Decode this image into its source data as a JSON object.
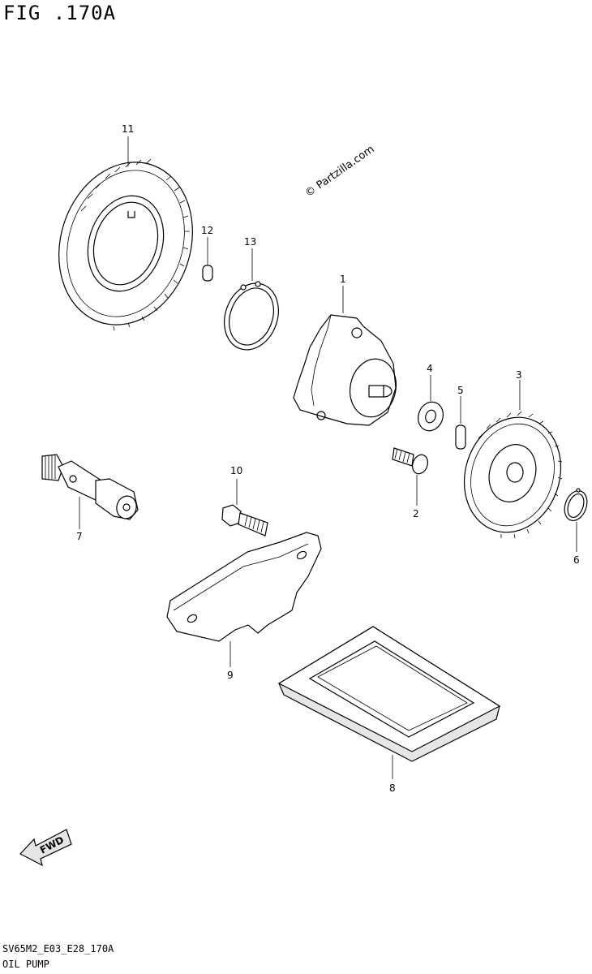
{
  "figure": {
    "title": "FIG .170A",
    "watermark": "© Partzilla.com",
    "footer_code": "SV65M2_E03_E28_170A",
    "footer_name": "OIL PUMP",
    "fwd_label": "FWD"
  },
  "callouts": [
    {
      "id": "1",
      "text": "1"
    },
    {
      "id": "2",
      "text": "2"
    },
    {
      "id": "3",
      "text": "3"
    },
    {
      "id": "4",
      "text": "4"
    },
    {
      "id": "5",
      "text": "5"
    },
    {
      "id": "6",
      "text": "6"
    },
    {
      "id": "7",
      "text": "7"
    },
    {
      "id": "8",
      "text": "8"
    },
    {
      "id": "9",
      "text": "9"
    },
    {
      "id": "10",
      "text": "10"
    },
    {
      "id": "11",
      "text": "11"
    },
    {
      "id": "12",
      "text": "12"
    },
    {
      "id": "13",
      "text": "13"
    }
  ]
}
